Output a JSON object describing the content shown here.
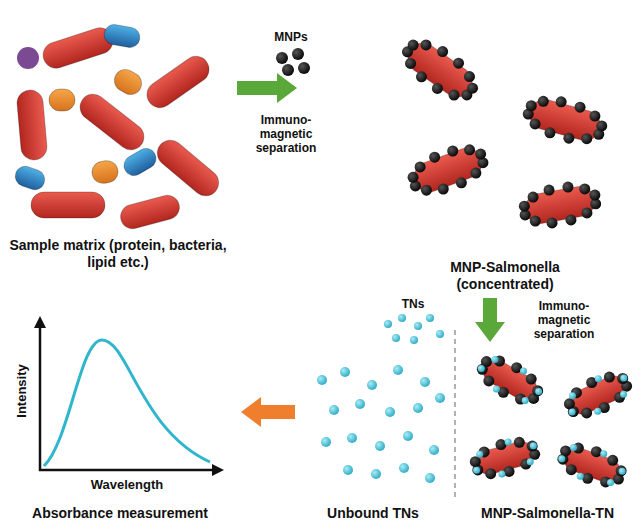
{
  "diagram": {
    "nodes": [
      {
        "text": [
          "Sample matrix (protein, bacteria, lipid etc.)"
        ]
      },
      {
        "text": [
          "MNP-Salmonella (concentrated)"
        ]
      },
      {
        "text": [
          "MNP-Salmonella-TN"
        ]
      },
      {
        "text": [
          "Unbound TNs"
        ]
      },
      {
        "text": [
          "Absorbance measurement"
        ]
      }
    ],
    "edges": [
      {
        "from": 0,
        "to": 1,
        "arrow": "to",
        "label": "Immuno-magnetic separation"
      },
      {
        "from": 1,
        "to": 2,
        "arrow": "to",
        "label": "Immuno-magnetic separation"
      },
      {
        "from": 3,
        "to": 4,
        "arrow": "to"
      }
    ],
    "labels": [
      "MNPs",
      "TNs",
      "Intensity",
      "Wavelength"
    ]
  }
}
